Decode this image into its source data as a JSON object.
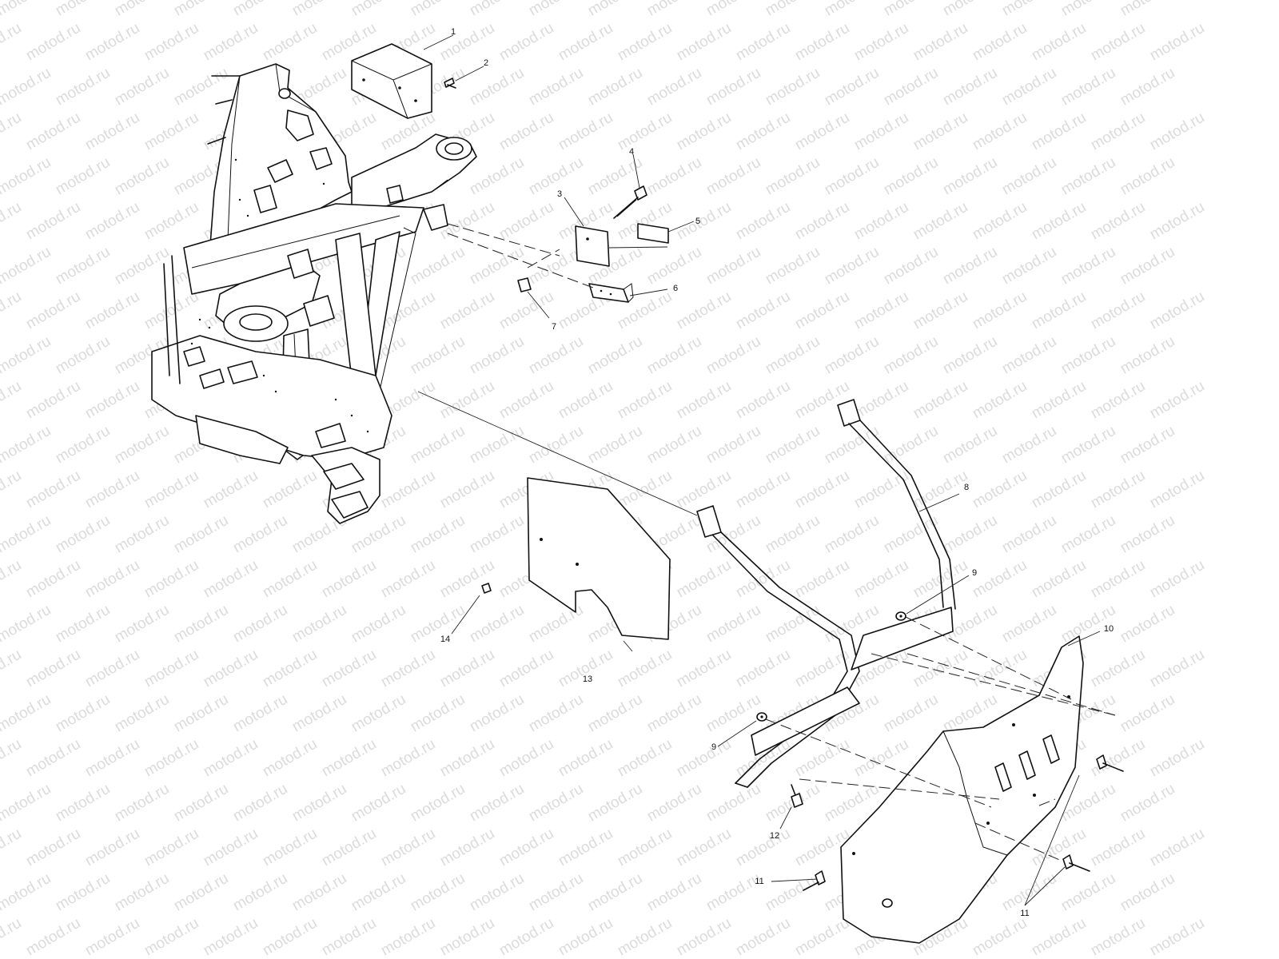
{
  "watermark": {
    "text": "motod.ru",
    "color": "#cfcfcf"
  },
  "diagram": {
    "type": "exploded-parts-diagram",
    "callouts": [
      {
        "id": "callout-1",
        "label": "1"
      },
      {
        "id": "callout-2",
        "label": "2"
      },
      {
        "id": "callout-3",
        "label": "3"
      },
      {
        "id": "callout-4",
        "label": "4"
      },
      {
        "id": "callout-5",
        "label": "5"
      },
      {
        "id": "callout-6",
        "label": "6"
      },
      {
        "id": "callout-7",
        "label": "7"
      },
      {
        "id": "callout-8",
        "label": "8"
      },
      {
        "id": "callout-9a",
        "label": "9"
      },
      {
        "id": "callout-9b",
        "label": "9"
      },
      {
        "id": "callout-10",
        "label": "10"
      },
      {
        "id": "callout-11a",
        "label": "11"
      },
      {
        "id": "callout-11b",
        "label": "11"
      },
      {
        "id": "callout-12",
        "label": "12"
      },
      {
        "id": "callout-13",
        "label": "13"
      },
      {
        "id": "callout-14",
        "label": "14"
      }
    ]
  }
}
